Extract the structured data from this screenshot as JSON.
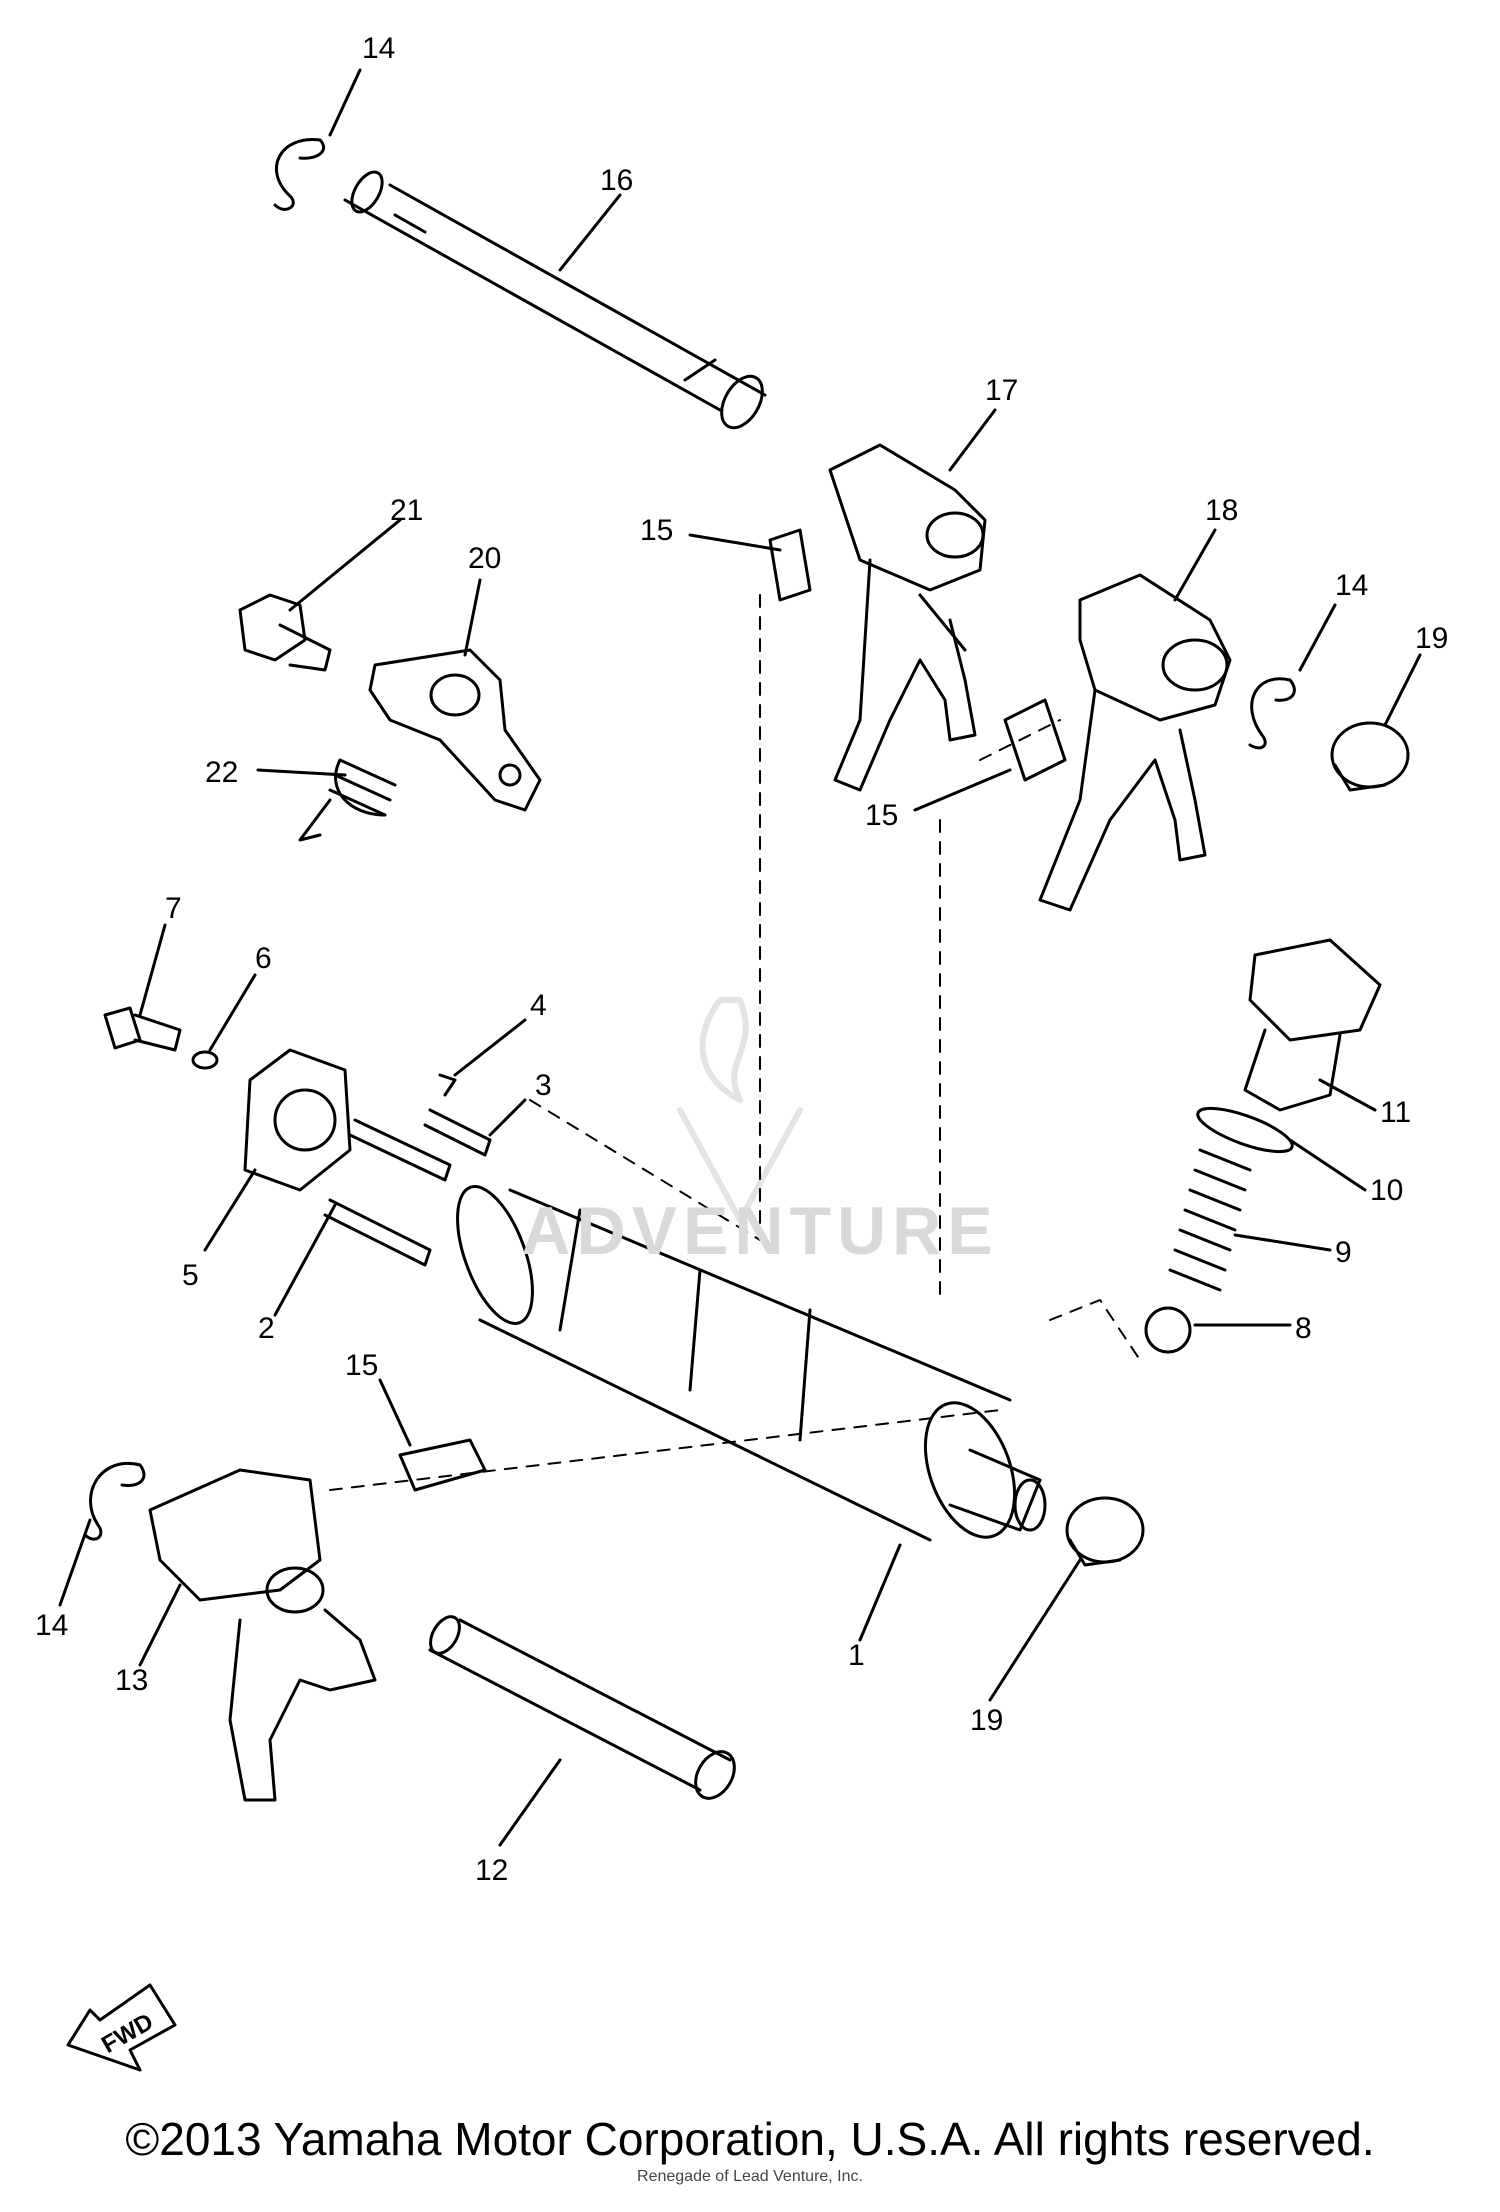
{
  "diagram": {
    "callouts": [
      "14",
      "16",
      "17",
      "18",
      "14",
      "19",
      "21",
      "20",
      "15",
      "22",
      "15",
      "7",
      "6",
      "4",
      "3",
      "5",
      "2",
      "11",
      "10",
      "9",
      "8",
      "15",
      "14",
      "13",
      "1",
      "19",
      "12"
    ],
    "fwd_label": "FWD",
    "watermark": "ADVENTURE",
    "copyright": "©2013 Yamaha Motor Corporation, U.S.A. All rights reserved.",
    "sub_credit": "Renegade of Lead Venture, Inc."
  }
}
